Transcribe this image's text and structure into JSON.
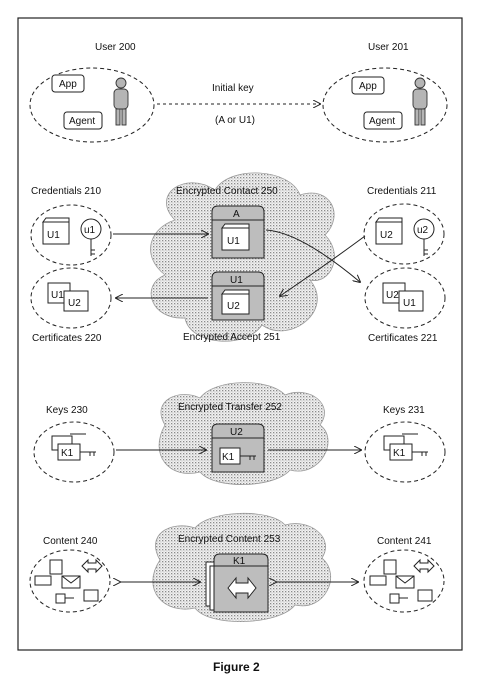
{
  "users": {
    "left": {
      "label": "User 200",
      "app": "App",
      "agent": "Agent"
    },
    "right": {
      "label": "User 201",
      "app": "App",
      "agent": "Agent"
    },
    "link_line1": "Initial key",
    "link_line2": "(A or U1)"
  },
  "credentials": {
    "left_label": "Credentials 210",
    "right_label": "Credentials 211",
    "left_doc": "U1",
    "left_key": "u1",
    "right_doc": "U2",
    "right_key": "u2"
  },
  "certificates": {
    "left_label": "Certificates  220",
    "right_label": "Certificates 221",
    "left_back": "U1",
    "left_front": "U2",
    "right_back": "U2",
    "right_front": "U1"
  },
  "encrypted_contact": {
    "label": "Encrypted Contact 250",
    "lock": "A",
    "doc": "U1"
  },
  "encrypted_accept": {
    "label": "Encrypted Accept 251",
    "lock": "U1",
    "doc": "U2"
  },
  "keys": {
    "left_label": "Keys 230",
    "right_label": "Keys 231",
    "left_key": "K1",
    "right_key": "K1"
  },
  "encrypted_transfer": {
    "label": "Encrypted Transfer 252",
    "lock": "U2",
    "key": "K1"
  },
  "content": {
    "left_label": "Content 240",
    "right_label": "Content 241"
  },
  "encrypted_content": {
    "label": "Encrypted Content 253",
    "lock": "K1"
  },
  "figure_caption": "Figure 2"
}
